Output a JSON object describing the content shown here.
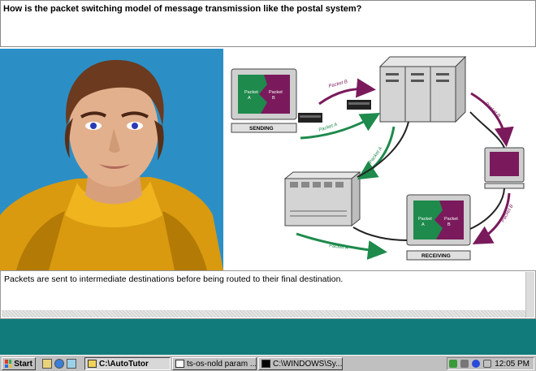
{
  "question": {
    "text": "How is the packet switching model of message transmission like the postal system?"
  },
  "diagram": {
    "sending_label": "SENDING",
    "receiving_label": "RECEIVING",
    "packet_a": "Packet A",
    "packet_b": "Packet B",
    "screen_packet_word": "Packet",
    "screen_a": "A",
    "screen_b": "B",
    "colors": {
      "packet_a": "#1e8a4c",
      "packet_b": "#7a1a5c",
      "server": "#d4d4d4"
    }
  },
  "answer": {
    "text": "Packets are sent to intermediate destinations before being routed to their final destination."
  },
  "taskbar": {
    "start_label": "Start",
    "tasks": [
      {
        "label": "C:\\AutoTutor",
        "active": true
      },
      {
        "label": "ts-os-nold param ..."
      },
      {
        "label": "C:\\WINDOWS\\Sy..."
      }
    ],
    "clock": "12:05 PM"
  },
  "colors": {
    "avatar_bg": "#2b8fc6",
    "teal_band": "#117a7a",
    "taskbar": "#c0c0c0"
  }
}
